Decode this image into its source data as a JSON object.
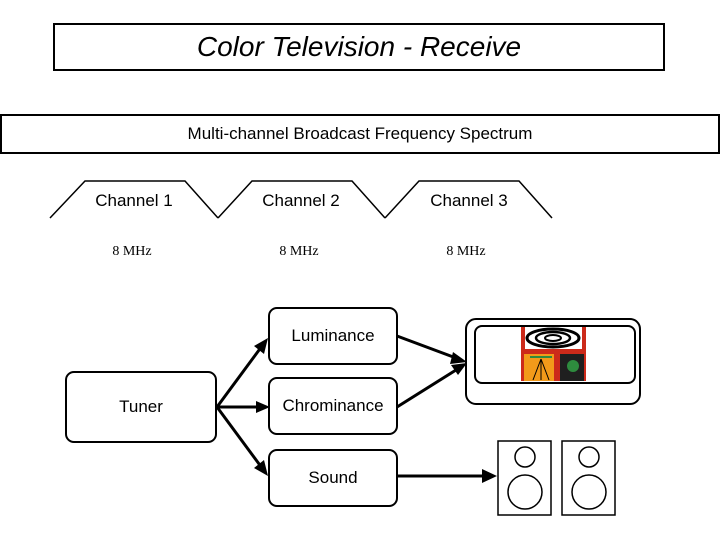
{
  "title": "Color Television - Receive",
  "spectrum_label": "Multi-channel Broadcast Frequency Spectrum",
  "channels": [
    {
      "label": "Channel 1",
      "bandwidth": "8 MHz"
    },
    {
      "label": "Channel 2",
      "bandwidth": "8 MHz"
    },
    {
      "label": "Channel 3",
      "bandwidth": "8 MHz"
    }
  ],
  "blocks": {
    "tuner": "Tuner",
    "luminance": "Luminance",
    "chrominance": "Chrominance",
    "sound": "Sound"
  },
  "icons": [
    "television-icon",
    "speaker-icon"
  ],
  "colors": {
    "line": "#000000",
    "tv_red": "#cc2a1a",
    "tv_orange": "#f29a1a",
    "tv_green": "#2e8b3e"
  }
}
